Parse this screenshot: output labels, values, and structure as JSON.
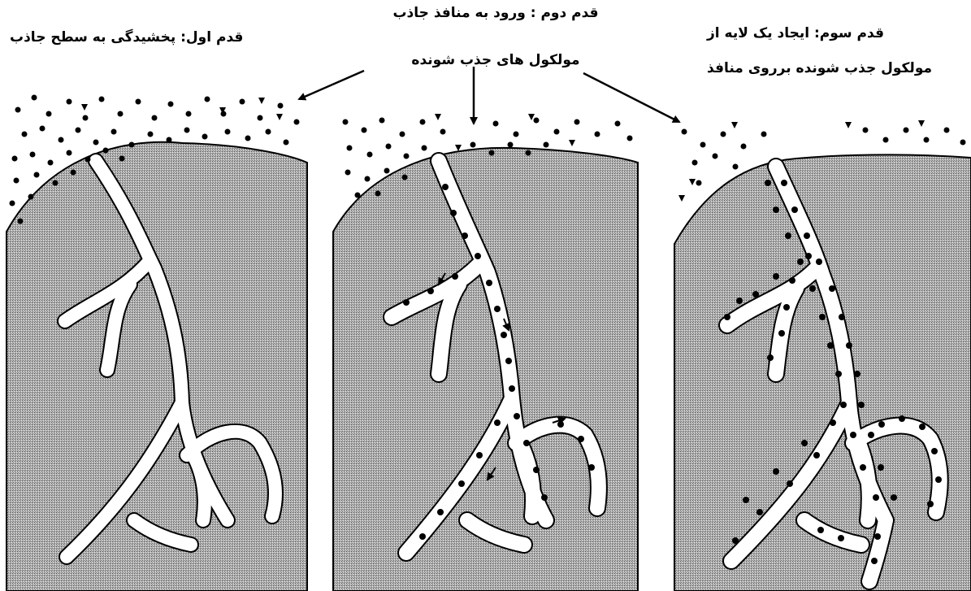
{
  "labels": {
    "step1": "قدم اول:  پخشیدگی به سطح جاذب",
    "step2_line1": "قدم دوم : ورود  به منافذ جاذب",
    "step2_line2": "مولکول های جذب شونده",
    "step3_line1": "قدم سوم: ایجاد یک لایه از",
    "step3_line2": "مولکول جذب شونده برروی منافذ"
  },
  "colors": {
    "adsorbent_fill": "#a9a9a9",
    "pore_fill": "#ffffff",
    "outline": "#000000",
    "molecule": "#000000"
  },
  "icons": [
    "arrow-icon",
    "molecule-dot-icon"
  ]
}
